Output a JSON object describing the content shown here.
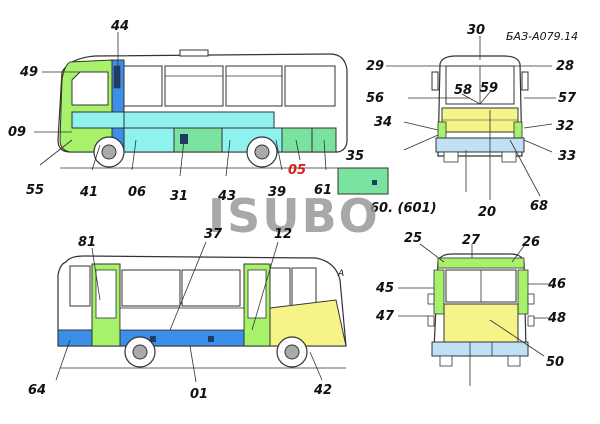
{
  "document_code": "БАЗ-А079.14",
  "watermark": "ISUBO",
  "panel_variant_label": "60. (601)",
  "small_mark": "А",
  "colors": {
    "lime": "#a7f26a",
    "green": "#7be3a0",
    "cyan": "#8ff2ef",
    "blue": "#3c8fe8",
    "yellow": "#f6f488",
    "light_blue": "#bfe0f5",
    "gray": "#d9d9d9",
    "accent_red": "#d21f1f"
  },
  "views": {
    "left_side": {
      "labels": [
        "44",
        "49",
        "09",
        "55",
        "41",
        "06",
        "31",
        "43",
        "39",
        "05",
        "61",
        "35"
      ]
    },
    "front": {
      "labels": [
        "30",
        "29",
        "28",
        "56",
        "58",
        "59",
        "57",
        "34",
        "32",
        "33",
        "68",
        "20"
      ]
    },
    "right_side": {
      "labels": [
        "81",
        "37",
        "12",
        "64",
        "01",
        "42"
      ]
    },
    "rear": {
      "labels": [
        "25",
        "27",
        "26",
        "45",
        "46",
        "47",
        "48",
        "50"
      ]
    }
  }
}
